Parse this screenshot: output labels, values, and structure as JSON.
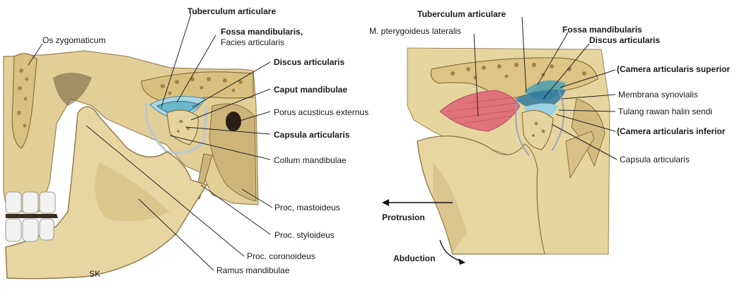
{
  "left_panel": {
    "artist_signature": "SK",
    "labels": {
      "os_zygomaticum": "Os zygomaticum",
      "tuberculum_articulare": "Tuberculum articulare",
      "fossa_mandibularis": "Fossa mandibularis,",
      "facies_articularis": "Facies articularis",
      "discus_articularis": "Discus articularis",
      "caput_mandibulae": "Caput mandibulae",
      "porus_acusticus_externus": "Porus acusticus externus",
      "capsula_articularis": "Capsula articularis",
      "collum_mandibulae": "Collum mandibulae",
      "proc_mastoideus": "Proc, mastoideus",
      "proc_styloideus": "Proc. styloideus",
      "proc_coronoideus": "Proc. coronoideus",
      "ramus_mandibulae": "Ramus mandibulae"
    }
  },
  "right_panel": {
    "labels": {
      "tuberculum_articulare": "Tuberculum articulare",
      "m_pterygoideus_lateralis": "M. pterygoideus lateralis",
      "fossa_mandibularis": "Fossa mandibularis",
      "discus_articularis": "Discus articularis",
      "camera_articularis_superior": "(Camera articularis superior",
      "membrana_synovialis": "Membrana synovialis",
      "tulang_rawan_halin_sendi": "Tulang rawan halin sendi",
      "camera_articularis_inferior": "(Camera articularis inferior",
      "capsula_articularis": "Capsula articularis",
      "protrusion": "Protrusion",
      "abduction": "Abduction"
    }
  },
  "colors": {
    "bone": "#e6d4a0",
    "bone_dark": "#c9b27a",
    "bone_shadow": "#a58e5c",
    "cartilage": "#a9d6e3",
    "disc_blue": "#4a9fb5",
    "muscle": "#e0737a",
    "ink": "#1a1a1a"
  }
}
